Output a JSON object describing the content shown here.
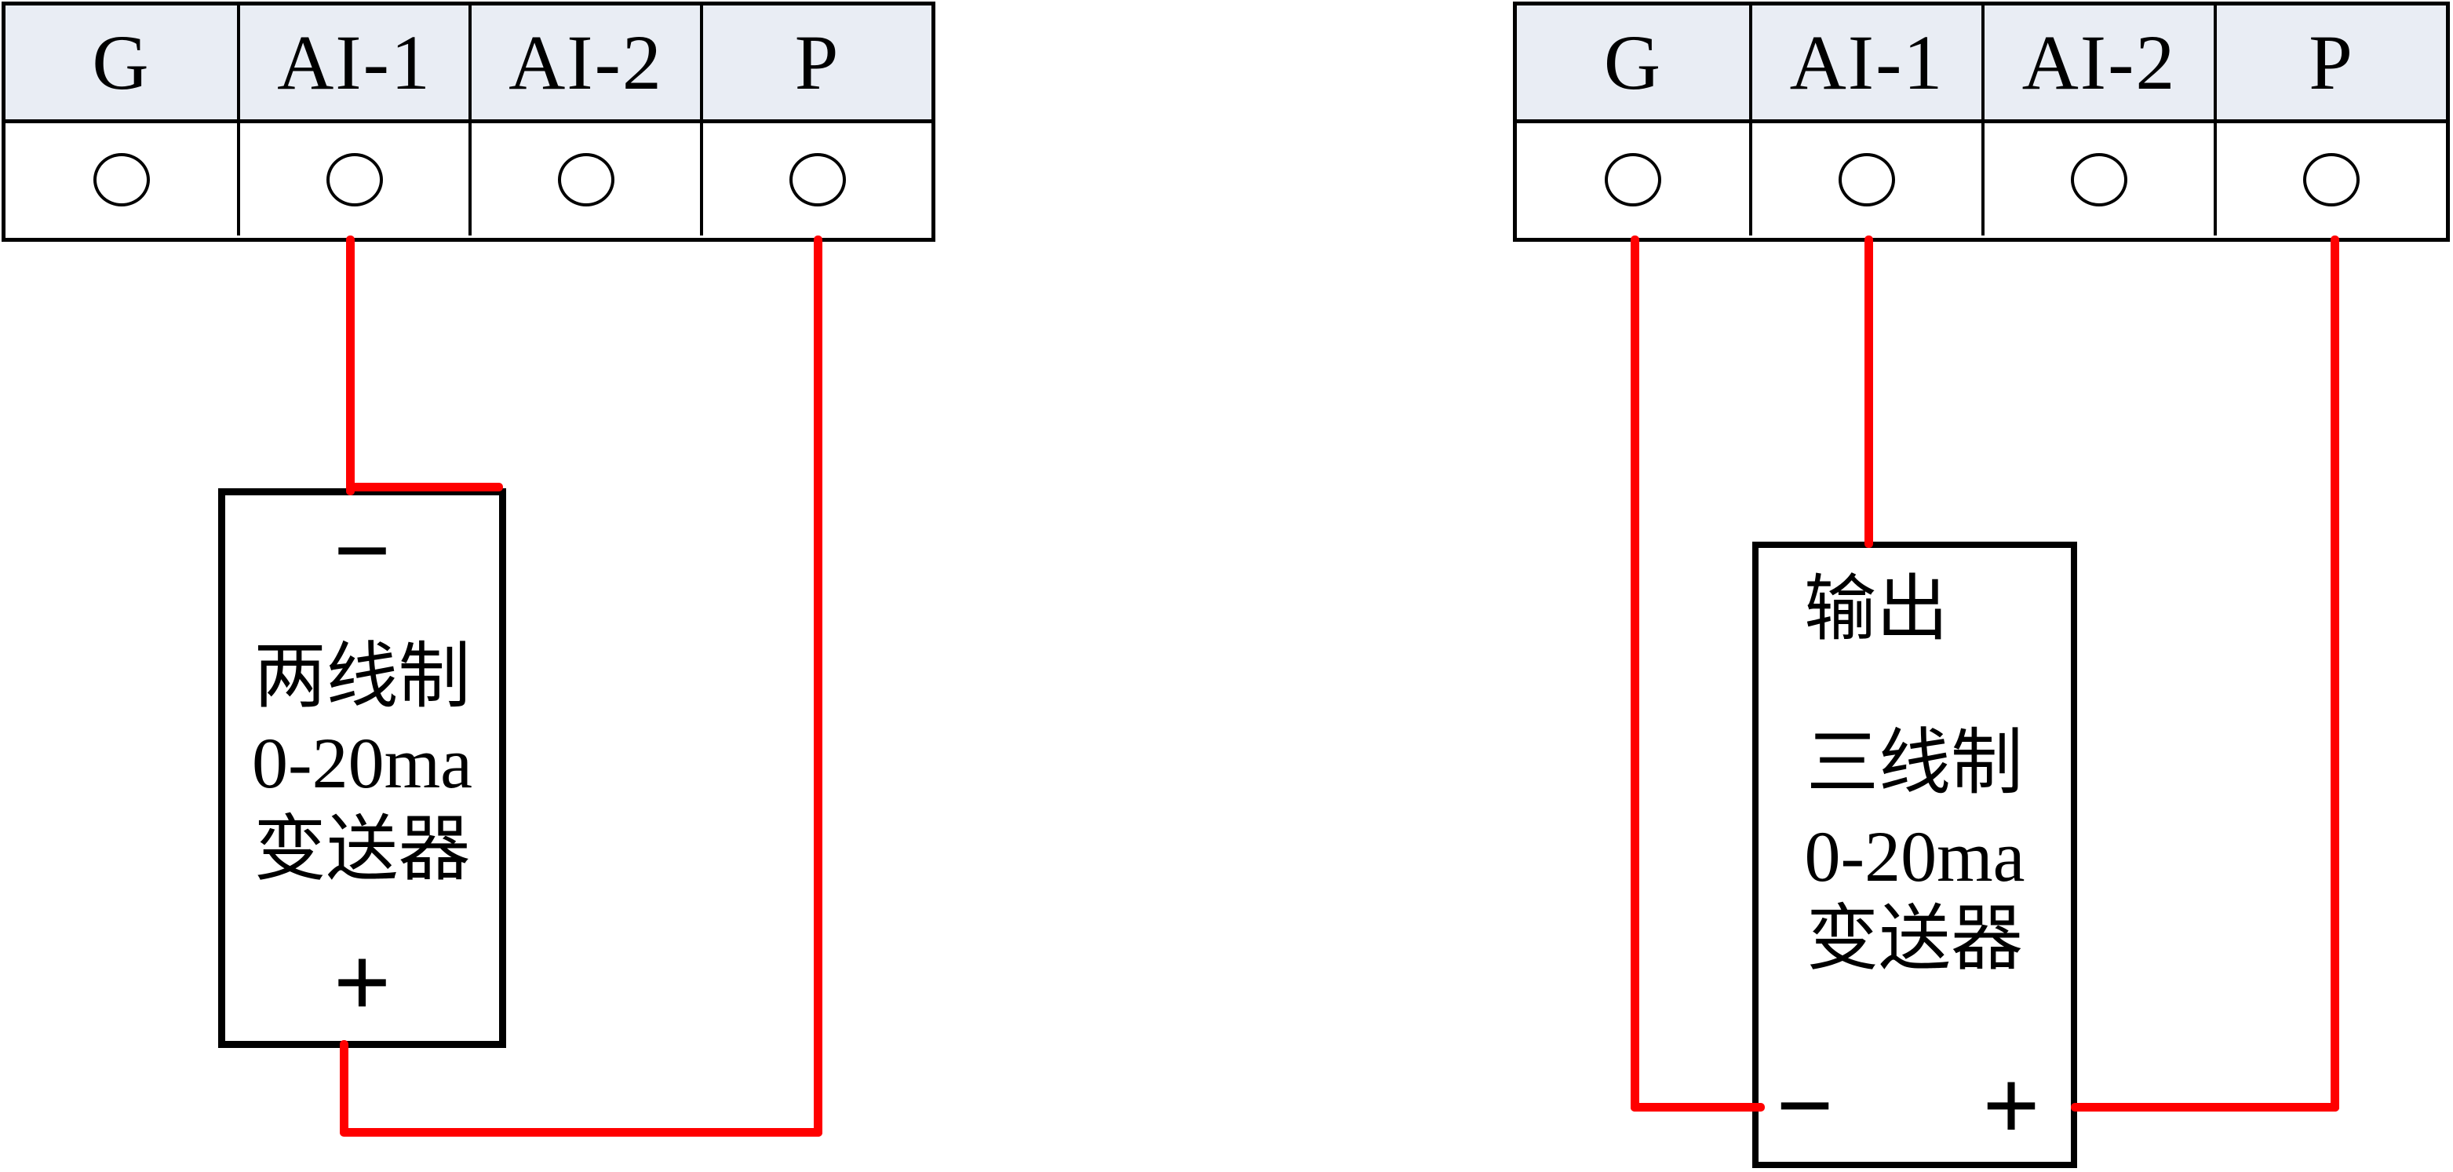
{
  "colors": {
    "wire_red": "#ff0000",
    "terminal_header_bg": "#e9edf4",
    "line_black": "#000000",
    "background": "#ffffff"
  },
  "left_diagram": {
    "terminals": [
      "G",
      "AI-1",
      "AI-2",
      "P"
    ],
    "device": {
      "minus": "−",
      "lines": [
        "两线制",
        "0-20ma",
        "变送器"
      ],
      "plus": "+"
    }
  },
  "right_diagram": {
    "terminals": [
      "G",
      "AI-1",
      "AI-2",
      "P"
    ],
    "device": {
      "output_label": "输出",
      "lines": [
        "三线制",
        "0-20ma",
        "变送器"
      ],
      "minus": "−",
      "plus": "+"
    }
  }
}
